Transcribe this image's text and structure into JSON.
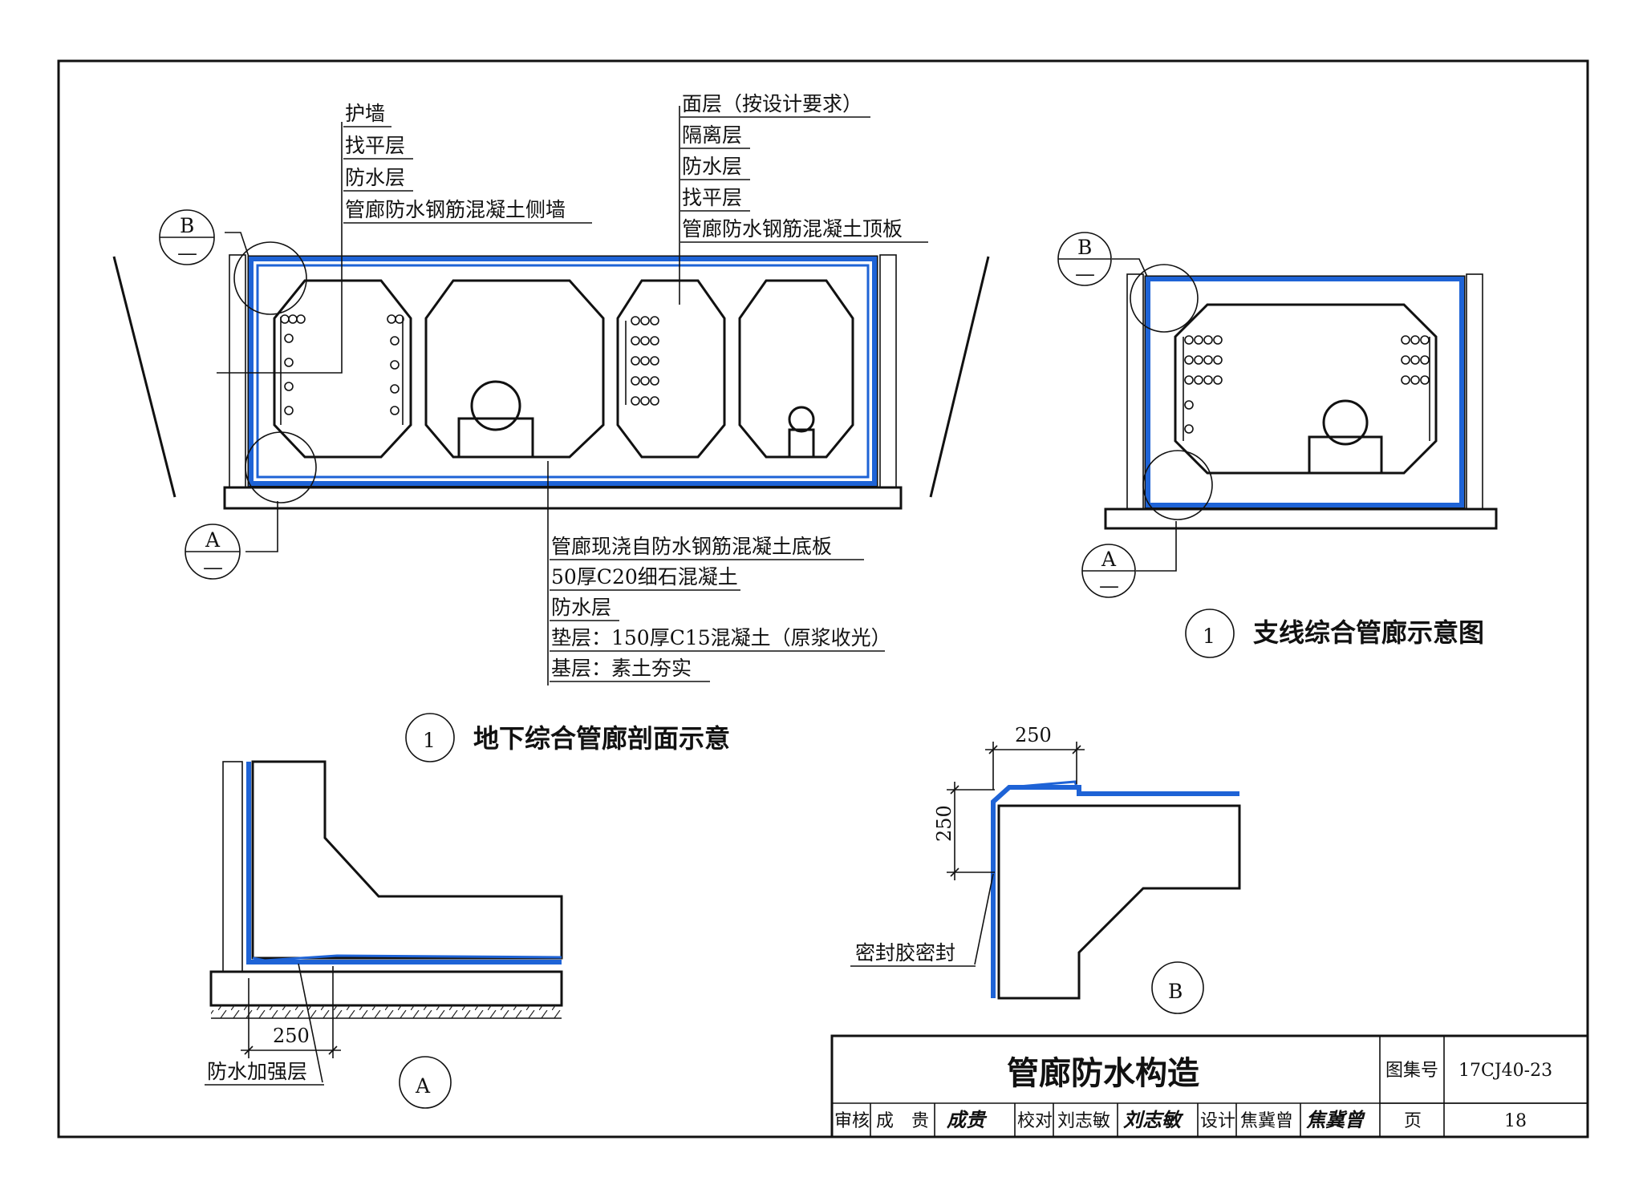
{
  "main_section": {
    "wall_labels": [
      "护墙",
      "找平层",
      "防水层",
      "管廊防水钢筋混凝土侧墙"
    ],
    "roof_labels": [
      "面层（按设计要求）",
      "隔离层",
      "防水层",
      "找平层",
      "管廊防水钢筋混凝土顶板"
    ],
    "floor_labels": [
      "管廊现浇自防水钢筋混凝土底板",
      "50厚C20细石混凝土",
      "防水层",
      "垫层：150厚C15混凝土（原浆收光）",
      "基层：素土夯实"
    ],
    "caption_number": "1",
    "caption": "地下综合管廊剖面示意",
    "callout_b": "B",
    "callout_a": "A",
    "callout_dash": "—"
  },
  "branch_section": {
    "caption_number": "1",
    "caption": "支线综合管廊示意图",
    "callout_b": "B",
    "callout_a": "A",
    "callout_dash": "—"
  },
  "detail_a": {
    "dimension": "250",
    "label": "防水加强层",
    "tag": "A"
  },
  "detail_b": {
    "dimension_h": "250",
    "dimension_v": "250",
    "label": "密封胶密封",
    "tag": "B"
  },
  "title_block": {
    "title": "管廊防水构造",
    "atlas_label": "图集号",
    "atlas_no": "17CJ40-23",
    "page_label": "页",
    "page_no": "18",
    "review_label": "审核",
    "reviewer": "成　贵",
    "reviewer_sign": "成贵",
    "check_label": "校对",
    "checker": "刘志敏",
    "checker_sign": "刘志敏",
    "design_label": "设计",
    "designer": "焦冀曾",
    "designer_sign": "焦冀曾"
  },
  "colors": {
    "waterproof": "#1e63d6",
    "line": "#111111"
  }
}
